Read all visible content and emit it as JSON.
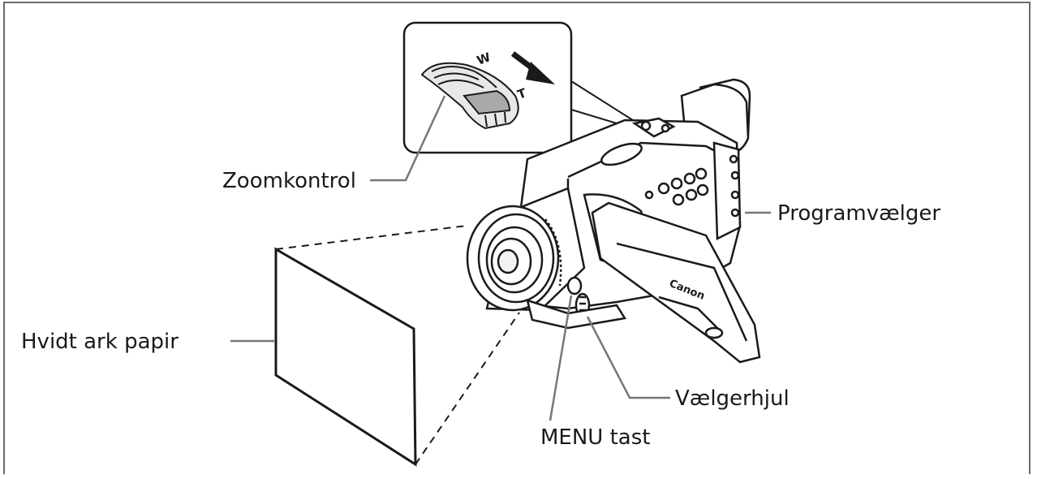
{
  "labels": {
    "zoom": "Zoomkontrol",
    "program": "Programvælger",
    "paper": "Hvidt ark papir",
    "wheel": "Vælgerhjul",
    "menu": "MENU tast"
  },
  "zoom_switch": {
    "w": "W",
    "t": "T"
  },
  "camera": {
    "brand": "Canon"
  },
  "colors": {
    "line": "#1a1a1a",
    "leader": "#777777",
    "frame": "#6a6a6a"
  }
}
